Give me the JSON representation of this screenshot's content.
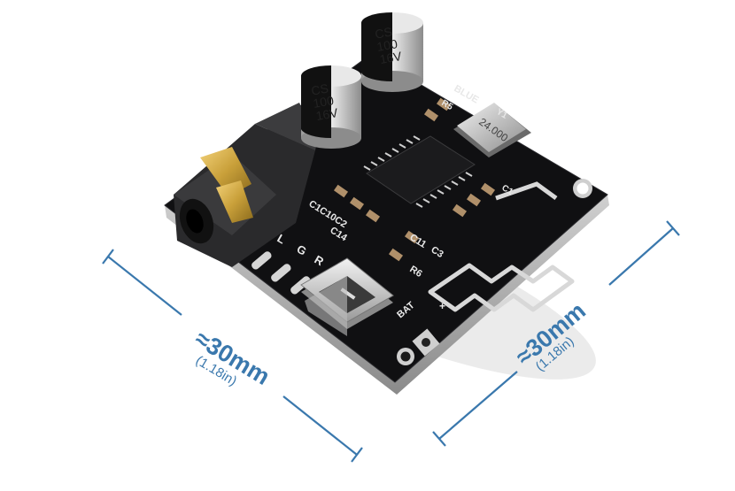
{
  "image": {
    "subject": "Bluetooth audio receiver module"
  },
  "capacitors": [
    {
      "line1": "CS",
      "line2": "100",
      "line3": "16V"
    },
    {
      "line1": "CS",
      "line2": "100",
      "line3": "16V"
    }
  ],
  "crystal_label": "24.000",
  "silkscreen": {
    "blue": "BLUE",
    "r5": "R5",
    "c1c10": "C1C10C2",
    "c14": "C14",
    "c11": "C11",
    "r6": "R6",
    "c3": "C3",
    "bat": "BAT",
    "plus": "+",
    "y1": "Y1",
    "c1": "C1",
    "pad_l": "L",
    "pad_g": "G",
    "pad_r": "R"
  },
  "dimensions": {
    "left": {
      "main": "≈30mm",
      "sub": "(1.18in)"
    },
    "right": {
      "main": "≈30mm",
      "sub": "(1.18in)"
    }
  },
  "colors": {
    "pcb": "#101012",
    "dimension_line": "#3a78ad",
    "gold": "#c9a03a"
  }
}
